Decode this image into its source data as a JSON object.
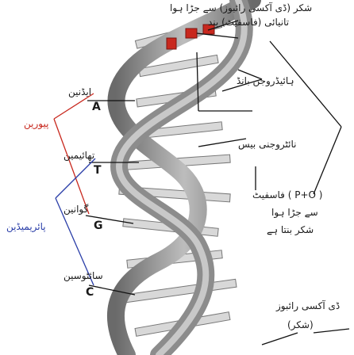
{
  "labels": {
    "top_line1": "شکر (ڈی آکسی رائبوز) سے جڑا ہوا",
    "top_line2": "تانیائی (فاسفیٹ) بند",
    "hydrogen_bond": "ہائیڈروجن بانڈ",
    "nitrogen_base": "نائٹروجنی بیس",
    "base_a_name": "ایڈنین",
    "base_a": "A",
    "base_t_name": "تھائیمین",
    "base_t": "T",
    "base_g_name": "گوانین",
    "base_g": "G",
    "base_c_name": "سائٹوسین",
    "base_c": "C",
    "purine": "پیورین",
    "pyrimidine": "پائریمیڈین",
    "phosphate_line1": "( P+O ) فاسفیٹ",
    "phosphate_line2": "سے جڑا ہوا",
    "phosphate_line3": "شکر بنتا ہے",
    "backbone_line1": "ڈی آکسی رائبوز",
    "backbone_line2": "(شکر)"
  },
  "colors": {
    "strand": "#9a9a9a",
    "strand_dark": "#5c5c5c",
    "phosphate_red": "#c8281e",
    "purine_red": "#c8281e",
    "pyrimidine_blue": "#2a3ea8"
  }
}
